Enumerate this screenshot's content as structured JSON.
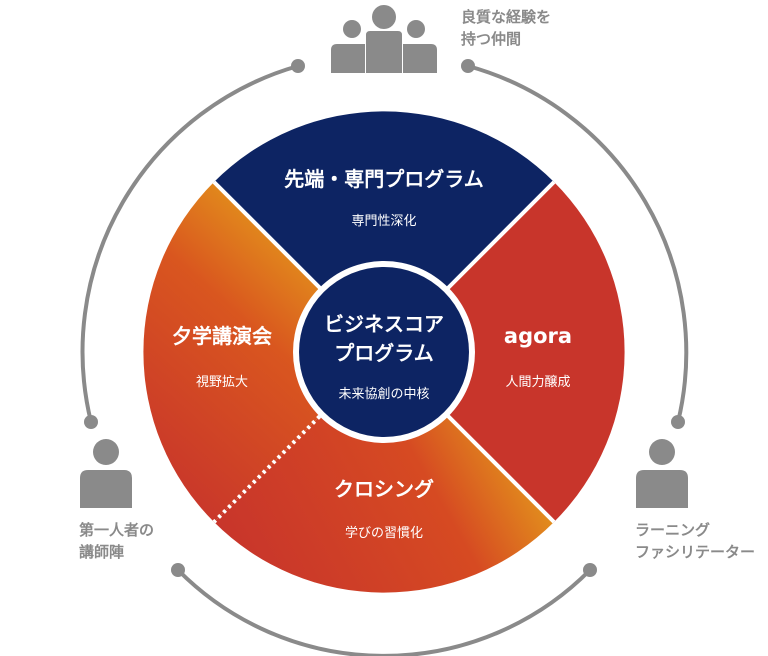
{
  "center": {
    "title_line1": "ビジネスコア",
    "title_line2": "プログラム",
    "subtitle": "未来協創の中核"
  },
  "segments": {
    "top": {
      "title": "先端・専門プログラム",
      "subtitle": "専門性深化",
      "color": "#0d2463"
    },
    "right": {
      "title": "agora",
      "subtitle": "人間力醸成",
      "color": "#c8352b"
    },
    "bottom": {
      "title": "クロシング",
      "subtitle": "学びの習慣化",
      "color_start": "#c8352b",
      "color_end": "#e8b11a"
    },
    "left": {
      "title": "夕学講演会",
      "subtitle": "視野拡大",
      "color_start": "#c8352b",
      "color_end": "#e8b11a"
    }
  },
  "people": {
    "top_right": {
      "label": "良質な経験を\n持つ仲間",
      "icon": "group-people-icon"
    },
    "left": {
      "label": "第一人者の\n講師陣",
      "icon": "person-icon"
    },
    "right": {
      "label": "ラーニング\nファシリテーター",
      "icon": "person-icon"
    }
  },
  "colors": {
    "ring": "#8a8a8a",
    "icon": "#8a8a8a",
    "center": "#0d2463"
  }
}
